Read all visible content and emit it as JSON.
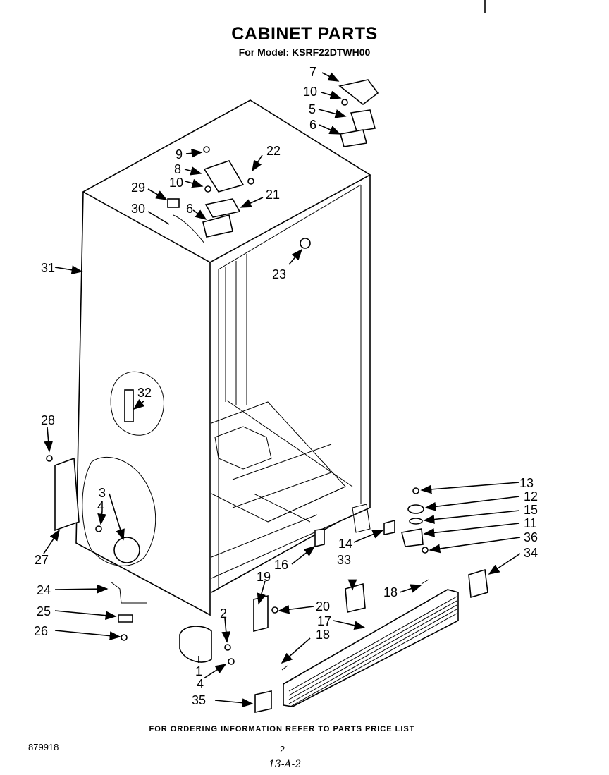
{
  "header": {
    "title": "CABINET PARTS",
    "subtitle": "For Model: KSRF22DTWH00"
  },
  "footer": {
    "note": "FOR ORDERING INFORMATION REFER TO PARTS PRICE LIST",
    "doc_number": "879918",
    "page_number": "2",
    "handwritten_code": "13-A-2"
  },
  "callouts": {
    "c7": "7",
    "c10a": "10",
    "c5": "5",
    "c6a": "6",
    "c9": "9",
    "c22": "22",
    "c8": "8",
    "c10b": "10",
    "c21": "21",
    "c29": "29",
    "c30": "30",
    "c6b": "6",
    "c23": "23",
    "c31": "31",
    "c32": "32",
    "c28": "28",
    "c3": "3",
    "c4a": "4",
    "c27": "27",
    "c13": "13",
    "c12": "12",
    "c15": "15",
    "c11": "11",
    "c36": "36",
    "c34": "34",
    "c14": "14",
    "c16": "16",
    "c33": "33",
    "c18a": "18",
    "c19": "19",
    "c20": "20",
    "c17": "17",
    "c18b": "18",
    "c24": "24",
    "c25": "25",
    "c26": "26",
    "c2": "2",
    "c1": "1",
    "c4b": "4",
    "c35": "35"
  },
  "arrow_color": "#000000"
}
